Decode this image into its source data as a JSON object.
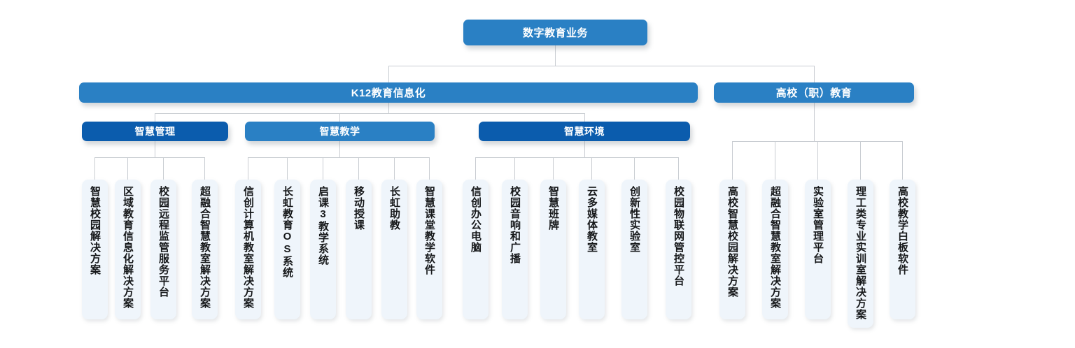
{
  "diagram": {
    "title": "数字教育业务",
    "colors": {
      "primary_light": "#2a80c4",
      "primary_dark": "#0b5cad",
      "leaf_fill": "#eff5fb",
      "connector": "#c9cdd2",
      "leaf_text": "#16181a"
    },
    "root": {
      "label": "数字教育业务"
    },
    "level2": [
      {
        "label": "K12教育信息化"
      },
      {
        "label": "高校（职）教育"
      }
    ],
    "level3": [
      {
        "label": "智慧管理",
        "tone": "dark"
      },
      {
        "label": "智慧教学",
        "tone": "light"
      },
      {
        "label": "智慧环境",
        "tone": "dark"
      }
    ],
    "leaves": {
      "zhihui_guanli": [
        {
          "label": "智慧校园解决方案"
        },
        {
          "label": "区域教育信息化解决方案"
        },
        {
          "label": "校园远程监管服务平台"
        },
        {
          "label": "超融合智慧教室解决方案"
        }
      ],
      "zhihui_jiaoxue": [
        {
          "label": "信创计算机教室解决方案"
        },
        {
          "label": "长虹教育OS系统"
        },
        {
          "label": "启课3教学系统"
        },
        {
          "label": "移动授课"
        },
        {
          "label": "长虹助教"
        },
        {
          "label": "智慧课堂教学软件"
        }
      ],
      "zhihui_huanjing": [
        {
          "label": "信创办公电脑"
        },
        {
          "label": "校园音响和广播"
        },
        {
          "label": "智慧班牌"
        },
        {
          "label": "云多媒体教室"
        },
        {
          "label": "创新性实验室"
        },
        {
          "label": "校园物联网管控平台"
        }
      ],
      "gaoxiao_jiaoyu": [
        {
          "label": "高校智慧校园解决方案"
        },
        {
          "label": "超融合智慧教室解决方案"
        },
        {
          "label": "实验室管理平台"
        },
        {
          "label": "理工类专业实训室解决方案"
        },
        {
          "label": "高校教学白板软件"
        }
      ]
    }
  }
}
